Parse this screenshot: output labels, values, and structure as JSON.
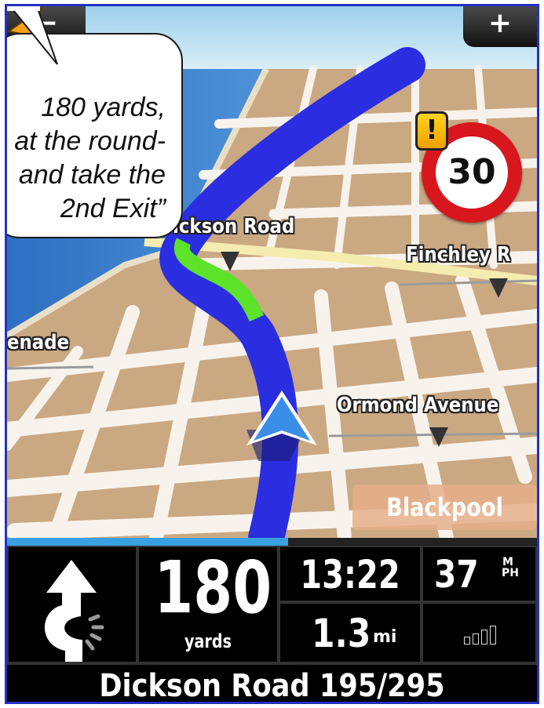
{
  "zoom": {
    "out_label": "−",
    "in_label": "+"
  },
  "instruction": {
    "line1": "180 yards,",
    "line2": "at the round-",
    "line3": "and take the",
    "line4": "2nd Exit”"
  },
  "map_labels": {
    "dickson_road": "Dickson Road",
    "finchley_road": "Finchley R",
    "promenade": "enade",
    "ormond_avenue": "Ormond Avenue"
  },
  "speed_limit": {
    "value": "30",
    "warning": "!"
  },
  "location": "Blackpool",
  "route_progress": 0.53,
  "panel": {
    "distance_value": "180",
    "distance_unit": "yards",
    "arrival_time": "13:22",
    "speed_value": "37",
    "speed_unit_top": "M",
    "speed_unit_bottom": "PH",
    "remaining_value": "1.3",
    "remaining_unit": "mi"
  },
  "street_bar": {
    "text": "Dickson Road 195/295"
  },
  "colors": {
    "frame": "#2431c4",
    "route": "#2a2ee0",
    "next_turn": "#5ce32a",
    "land": "#caa882",
    "water": "#3a78c8",
    "progress": "#3aa0e0",
    "speed_sign_ring": "#d7161d"
  },
  "icons": {
    "turn": "roundabout-second-exit-icon",
    "warning": "warning-icon",
    "heading": "compass-heading-icon",
    "vehicle": "vehicle-position-icon",
    "signal": "gps-signal-icon"
  }
}
